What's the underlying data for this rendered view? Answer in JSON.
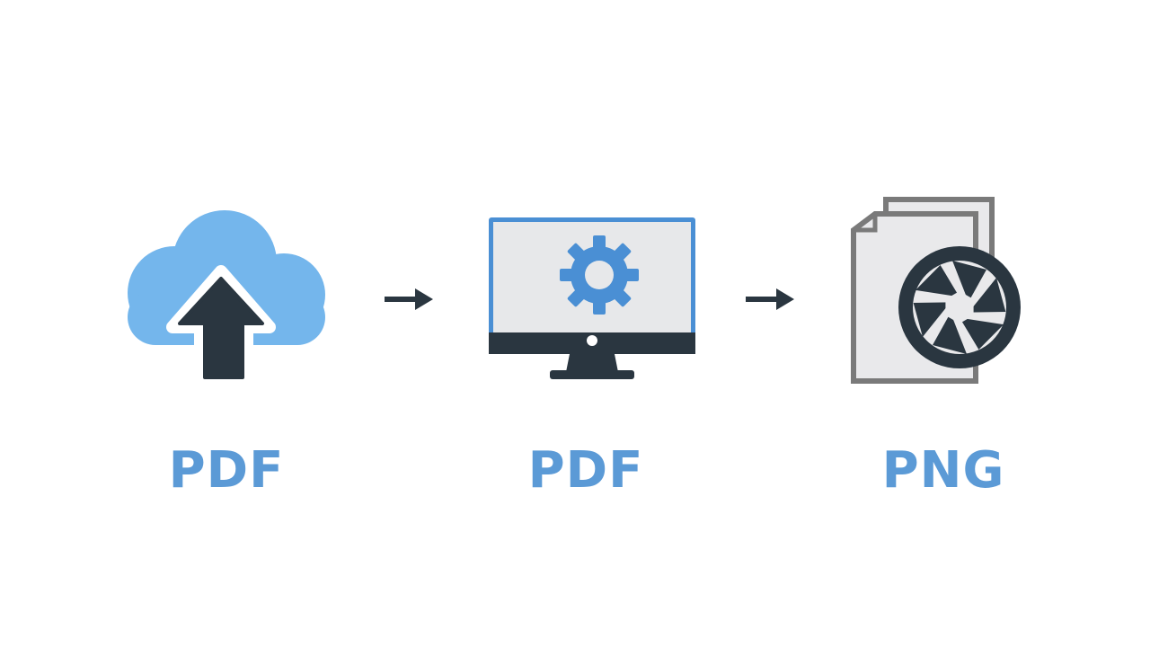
{
  "colors": {
    "label_blue": "#5b9ad6",
    "cloud_blue": "#74b6ec",
    "dark": "#2a3640",
    "screen_bg": "#e7e8ea",
    "monitor_border": "#4a8fd4",
    "gear_blue": "#4a8fd4",
    "file_gray": "#7a7a7a",
    "file_fill": "#e9e9eb"
  },
  "steps": [
    {
      "label": "PDF",
      "icon": "cloud-upload-icon"
    },
    {
      "label": "PDF",
      "icon": "monitor-gear-icon"
    },
    {
      "label": "PNG",
      "icon": "image-file-aperture-icon"
    }
  ],
  "connectors": [
    {
      "icon": "arrow-right-icon"
    },
    {
      "icon": "arrow-right-icon"
    }
  ]
}
